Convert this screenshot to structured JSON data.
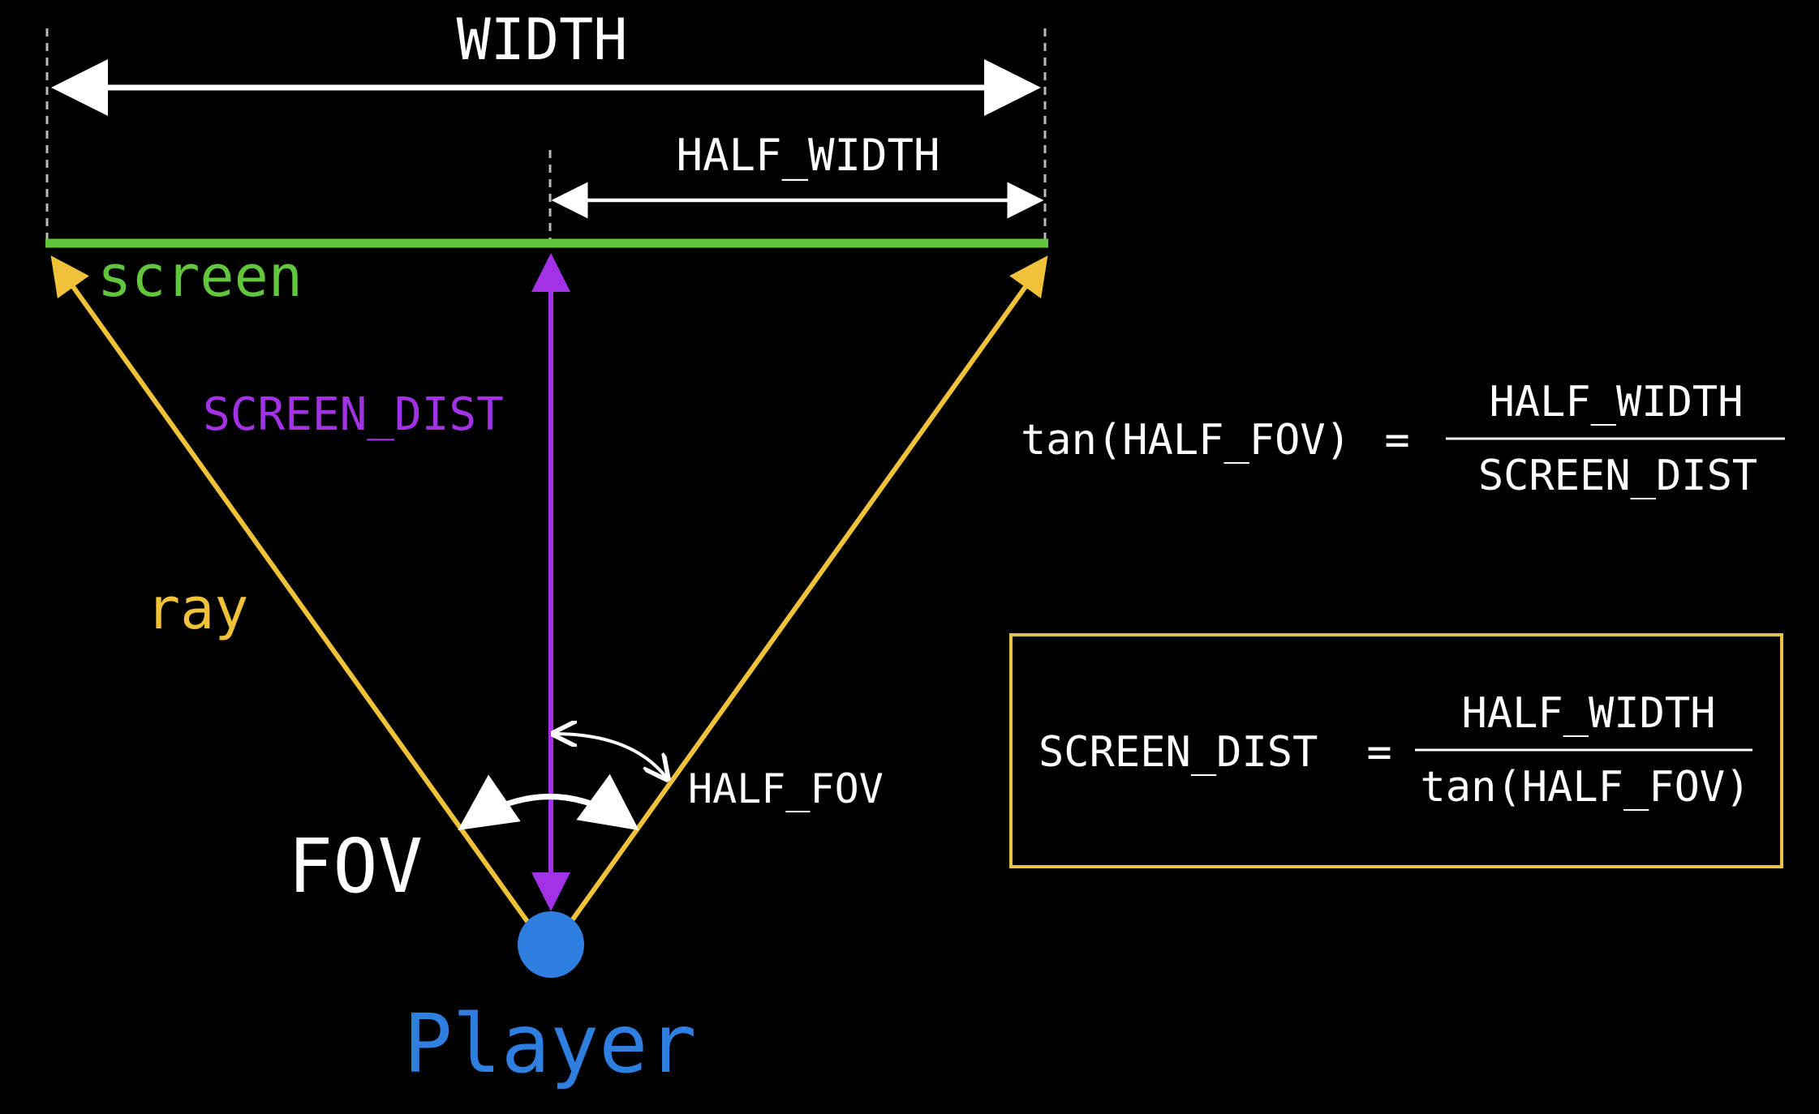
{
  "colors": {
    "background": "#000000",
    "white": "#ffffff",
    "screen": "#62c63c",
    "ray": "#efc23a",
    "screen_dist": "#a332e6",
    "player": "#2f7fe0",
    "box": "#e8c24a"
  },
  "labels": {
    "width": "WIDTH",
    "half_width": "HALF_WIDTH",
    "screen": "screen",
    "screen_dist": "SCREEN_DIST",
    "ray": "ray",
    "half_fov": "HALF_FOV",
    "fov": "FOV",
    "player": "Player"
  },
  "formula1": {
    "lhs": "tan(HALF_FOV)",
    "equals": "=",
    "numerator": "HALF_WIDTH",
    "denominator": "SCREEN_DIST"
  },
  "formula2": {
    "lhs": "SCREEN_DIST",
    "equals": "=",
    "numerator": "HALF_WIDTH",
    "denominator": "tan(HALF_FOV)"
  }
}
